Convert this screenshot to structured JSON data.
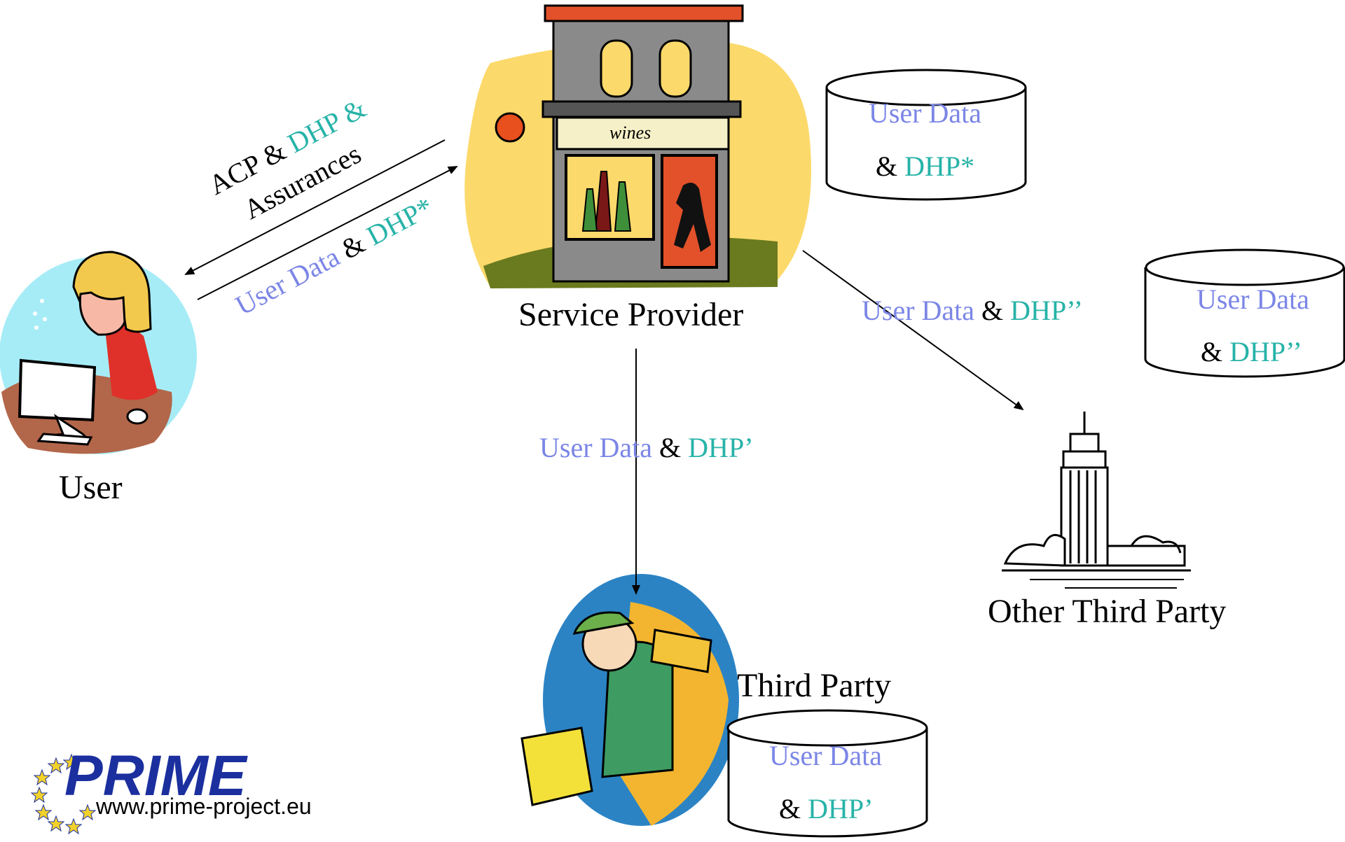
{
  "nodes": {
    "user": "User",
    "service_provider": "Service Provider",
    "third_party": "Third Party",
    "other_third_party": "Other Third Party",
    "shop_sign": "wines"
  },
  "edges": {
    "sp_to_user": {
      "part1": "ACP & ",
      "part2": "DHP &",
      "part3": "Assurances"
    },
    "user_to_sp": {
      "part1": "User Data",
      "part2": " & ",
      "part3": "DHP*"
    },
    "sp_to_third": {
      "part1": "User Data",
      "part2": " & ",
      "part3": "DHP’"
    },
    "sp_to_other": {
      "part1": "User Data",
      "part2": " & ",
      "part3": "DHP’’"
    }
  },
  "databases": {
    "sp_db": {
      "line1": "User Data",
      "amp": "& ",
      "dhp": "DHP*"
    },
    "other_db": {
      "line1": "User Data",
      "amp": "& ",
      "dhp": "DHP’’"
    },
    "third_db": {
      "line1": "User Data",
      "amp": "& ",
      "dhp": "DHP’"
    }
  },
  "logo": {
    "name": "PRIME",
    "url": "www.prime-project.eu"
  },
  "colors": {
    "user_data": "#7b86e6",
    "dhp": "#27b3a8",
    "logo_blue": "#1b2f9e"
  }
}
